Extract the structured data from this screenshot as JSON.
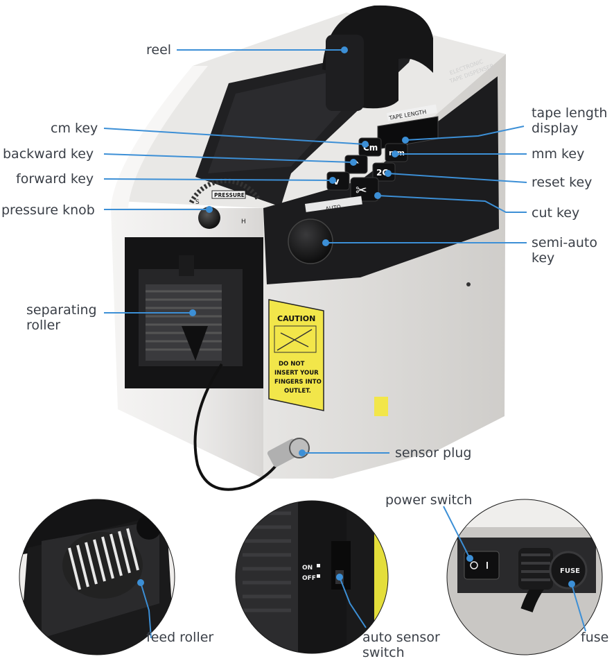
{
  "labels": {
    "reel": "reel",
    "cm_key": "cm key",
    "backward_key": "backward key",
    "forward_key": "forward key",
    "pressure_knob": "pressure knob",
    "separating_roller_1": "separating",
    "separating_roller_2": "roller",
    "tape_length_display_1": "tape length",
    "tape_length_display_2": "display",
    "mm_key": "mm key",
    "reset_key": "reset key",
    "cut_key": "cut key",
    "semi_auto_key_1": "semi-auto",
    "semi_auto_key_2": "key",
    "sensor_plug": "sensor plug",
    "power_switch": "power switch",
    "feed_roller": "feed roller",
    "auto_sensor_switch_1": "auto sensor",
    "auto_sensor_switch_2": "switch",
    "fuse": "fuse"
  },
  "device_text": {
    "brand_line1": "ELECTRONIC",
    "brand_line2": "TAPE DISPENSER",
    "tape_length": "TAPE LENGTH",
    "cm": "Cm",
    "mm": "mm",
    "reset": "2C",
    "auto": "AUTO",
    "pressure": "PRESSURE",
    "knob_s": "S",
    "knob_h": "H",
    "caution": "CAUTION",
    "warning_1": "DO NOT",
    "warning_2": "INSERT YOUR",
    "warning_3": "FINGERS INTO",
    "warning_4": "OUTLET.",
    "on": "ON",
    "off": "OFF",
    "fuse_cap": "FUSE"
  },
  "colors": {
    "leader_line": "#3c8fd6",
    "dot": "#3c8fd6",
    "label_text": "#3a3f47",
    "body": "#eeeceb",
    "panel": "#1c1c1e",
    "caution_yellow": "#f2e64a"
  }
}
